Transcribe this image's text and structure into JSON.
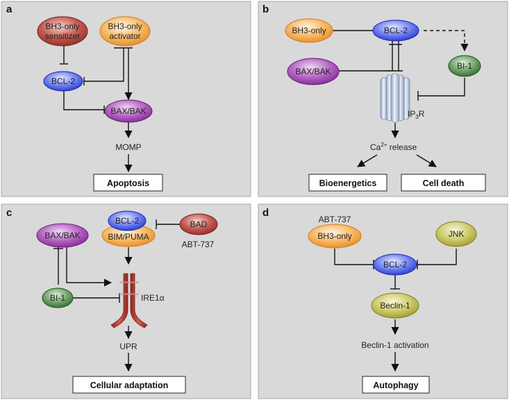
{
  "panels": {
    "a": {
      "label": "a",
      "bh3_sensitizer": [
        "BH3-only",
        "sensitizer"
      ],
      "bh3_activator": [
        "BH3-only",
        "activator"
      ],
      "bcl2": "BCL-2",
      "baxbak": "BAX/BAK",
      "momp": "MOMP",
      "outcome": "Apoptosis"
    },
    "b": {
      "label": "b",
      "bh3_only": "BH3-only",
      "bcl2": "BCL-2",
      "baxbak": "BAX/BAK",
      "bi1": "BI-1",
      "ip3r": "IP",
      "ip3r_sub": "3",
      "ip3r_end": "R",
      "ca_prefix": "Ca",
      "ca_sup": "2+",
      "ca_suffix": " release",
      "outcome_left": "Bioenergetics",
      "outcome_right": "Cell death"
    },
    "c": {
      "label": "c",
      "bcl2": "BCL-2",
      "bim_puma": "BIM/PUMA",
      "bad": "BAD",
      "abt": "ABT-737",
      "baxbak": "BAX/BAK",
      "bi1": "BI-1",
      "ire1": "IRE1α",
      "upr": "UPR",
      "outcome": "Cellular adaptation"
    },
    "d": {
      "label": "d",
      "abt": "ABT-737",
      "bh3_only": "BH3-only",
      "jnk": "JNK",
      "bcl2": "BCL-2",
      "beclin": "Beclin-1",
      "beclin_act": "Beclin-1 activation",
      "outcome": "Autophagy"
    }
  },
  "colors": {
    "panel_bg": "#d9d9d9",
    "red_node": "#b0413a",
    "orange_node": "#f5a64a",
    "blue_node": "#3a4fe0",
    "purple_node": "#9b3ca8",
    "green_node": "#3d7a3a",
    "olive_node": "#b9b845",
    "receptor_blue": "#b8c6dc",
    "ire1_red": "#b8392f"
  }
}
